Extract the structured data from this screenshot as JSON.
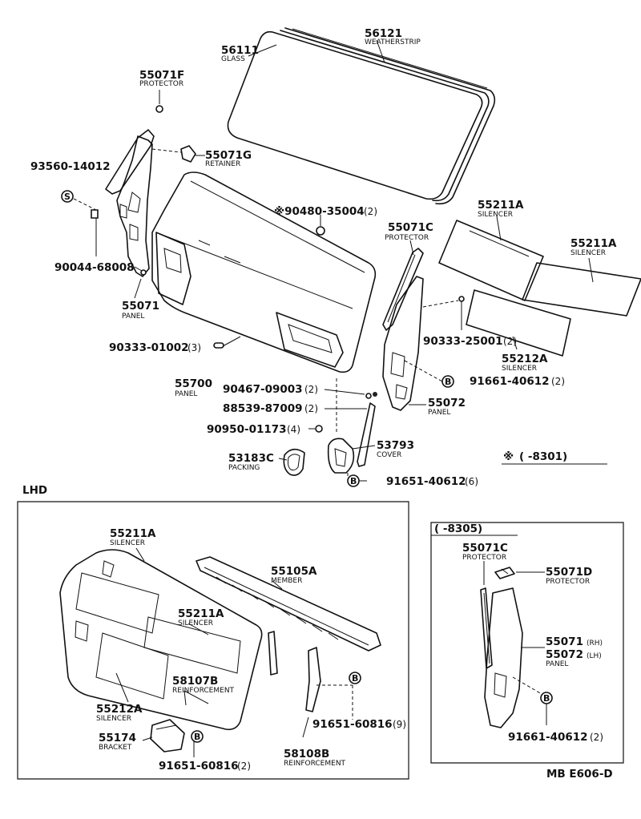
{
  "callouts": {
    "c56121": {
      "num": "56121",
      "name": "WEATHERSTRIP"
    },
    "c56111": {
      "num": "56111",
      "name": "GLASS"
    },
    "c55071f": {
      "num": "55071F",
      "name": "PROTECTOR"
    },
    "c55071g": {
      "num": "55071G",
      "name": "RETAINER"
    },
    "c93560": {
      "num": "93560-14012"
    },
    "c90480": {
      "num": "※90480-35004",
      "qty": "(2)"
    },
    "c55211a_1": {
      "num": "55211A",
      "name": "SILENCER"
    },
    "c55071c": {
      "num": "55071C",
      "name": "PROTECTOR"
    },
    "c55211a_2": {
      "num": "55211A",
      "name": "SILENCER"
    },
    "c90044": {
      "num": "90044-68008"
    },
    "c55071": {
      "num": "55071",
      "name": "PANEL"
    },
    "c90333_25001": {
      "num": "90333-25001",
      "qty": "(2)"
    },
    "c55212a": {
      "num": "55212A",
      "name": "SILENCER"
    },
    "c90333_01002": {
      "num": "90333-01002",
      "qty": "(3)"
    },
    "c91661_40612": {
      "num": "91661-40612",
      "qty": "(2)"
    },
    "c55700": {
      "num": "55700",
      "name": "PANEL"
    },
    "c90467": {
      "num": "90467-09003",
      "qty": "(2)"
    },
    "c55072": {
      "num": "55072",
      "name": "PANEL"
    },
    "c88539": {
      "num": "88539-87009",
      "qty": "(2)"
    },
    "c90950": {
      "num": "90950-01173",
      "qty": "(4)"
    },
    "c53183c": {
      "num": "53183C",
      "name": "PACKING"
    },
    "c53793": {
      "num": "53793",
      "name": "COVER"
    },
    "c91651_40612": {
      "num": "91651-40612",
      "qty": "(6)"
    },
    "note_8301": {
      "sym": "※",
      "text": "(      -8301)"
    }
  },
  "lhd_box": {
    "title": "LHD",
    "c55211a_a": {
      "num": "55211A",
      "name": "SILENCER"
    },
    "c55105a": {
      "num": "55105A",
      "name": "MEMBER"
    },
    "c55211a_b": {
      "num": "55211A",
      "name": "SILENCER"
    },
    "c58107b": {
      "num": "58107B",
      "name": "REINFORCEMENT"
    },
    "c55212a": {
      "num": "55212A",
      "name": "SILENCER"
    },
    "c91651_60816_9": {
      "num": "91651-60816",
      "qty": "(9)"
    },
    "c55174": {
      "num": "55174",
      "name": "BRACKET"
    },
    "c58108b": {
      "num": "58108B",
      "name": "REINFORCEMENT"
    },
    "c91651_60816_2": {
      "num": "91651-60816",
      "qty": "(2)"
    }
  },
  "inset_box": {
    "title": "(      -8305)",
    "c55071c": {
      "num": "55071C",
      "name": "PROTECTOR"
    },
    "c55071d": {
      "num": "55071D",
      "name": "PROTECTOR"
    },
    "c55071rh": {
      "num": "55071",
      "suffix": "(RH)"
    },
    "c55072lh": {
      "num": "55072",
      "suffix": "(LH)",
      "name": "PANEL"
    },
    "c91661": {
      "num": "91661-40612",
      "qty": "(2)"
    }
  },
  "symbols": {
    "s": "S",
    "b": "B"
  },
  "drawing_code": "MB E606-D"
}
